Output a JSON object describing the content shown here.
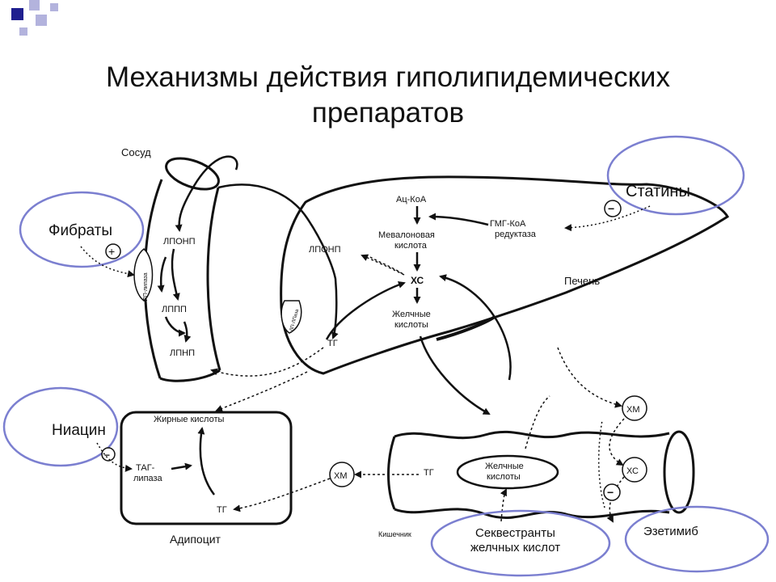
{
  "slide": {
    "title_line1": "Механизмы действия гиполипидемических",
    "title_line2": "препаратов"
  },
  "diagram": {
    "vessel_label": "Сосуд",
    "liver_label": "Печень",
    "intestine_label": "Кишечник",
    "adipocyte_label": "Адипоцит",
    "lp_lipase_1": "ЛП-липаза",
    "lp_lipase_2": "ЛП-ЛПаза",
    "vessel_lponp": "ЛПОНП",
    "vessel_lppp": "ЛППП",
    "vessel_lpnp": "ЛПНП",
    "liver_lponp": "ЛПОНП",
    "liver_tg": "ТГ",
    "ac_coa": "Ац-КоА",
    "mevalonic_1": "Мевалоновая",
    "mevalonic_2": "кислота",
    "hmg_1": "ГМГ-КоА",
    "hmg_2": "редуктаза",
    "xc_liver": "ХС",
    "bile_liver_1": "Желчные",
    "bile_liver_2": "кислоты",
    "fatty_acids": "Жирные кислоты",
    "tag_lipase_1": "ТАГ-",
    "tag_lipase_2": "липаза",
    "adipocyte_tg": "ТГ",
    "xm_left": "ХМ",
    "intestine_tg": "ТГ",
    "bile_int_1": "Желчные",
    "bile_int_2": "кислоты",
    "xm_right": "ХМ",
    "xc_right": "ХС",
    "drug_fibrates": "Фибраты",
    "drug_statins": "Статины",
    "drug_niacin": "Ниацин",
    "drug_sequestrants_1": "Секвестранты",
    "drug_sequestrants_2": "желчных кислот",
    "drug_ezetimibe": "Эзетимиб",
    "plus": "+",
    "minus": "−"
  },
  "colors": {
    "drug_ring": "#7b7fd0",
    "corner_dark": "#1f1f8f",
    "corner_light": "#b3b3dd",
    "stroke": "#111111"
  }
}
